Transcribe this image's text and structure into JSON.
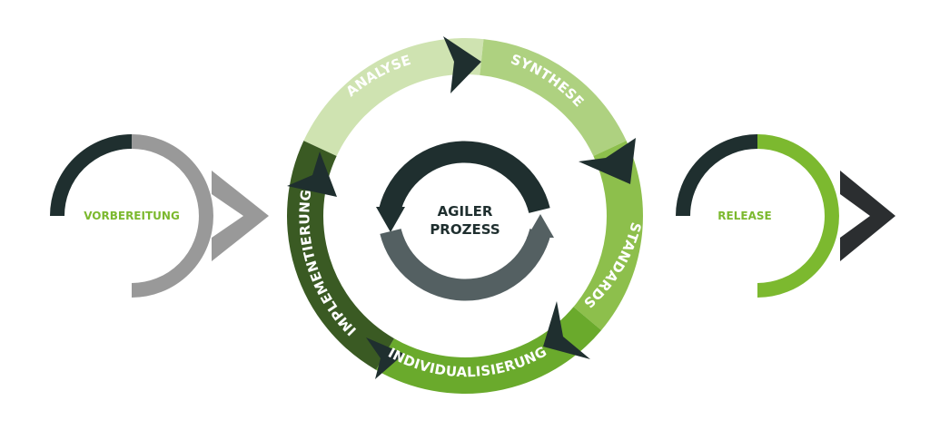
{
  "left": {
    "label": "VORBEREITUNG"
  },
  "right": {
    "label": "RELEASE"
  },
  "center": {
    "line1": "AGILER",
    "line2": "PROZESS"
  },
  "segments": [
    {
      "id": "analyse",
      "label": "ANALYSE",
      "color": "#cfe3b1"
    },
    {
      "id": "synthese",
      "label": "SYNTHESE",
      "color": "#aed180"
    },
    {
      "id": "standards",
      "label": "STANDARDS",
      "color": "#8dbf4c"
    },
    {
      "id": "individualisierung",
      "label": "INDIVIDUALISIERUNG",
      "color": "#6aaa2c"
    },
    {
      "id": "implementierung",
      "label": "IMPLEMENTIERUNG",
      "color": "#3a5a23"
    }
  ],
  "colors": {
    "dark": "#1f2f2f",
    "dark_gray": "#546062",
    "gray": "#999999",
    "green": "#7cb92f",
    "arrow_dark": "#2b2e30"
  }
}
